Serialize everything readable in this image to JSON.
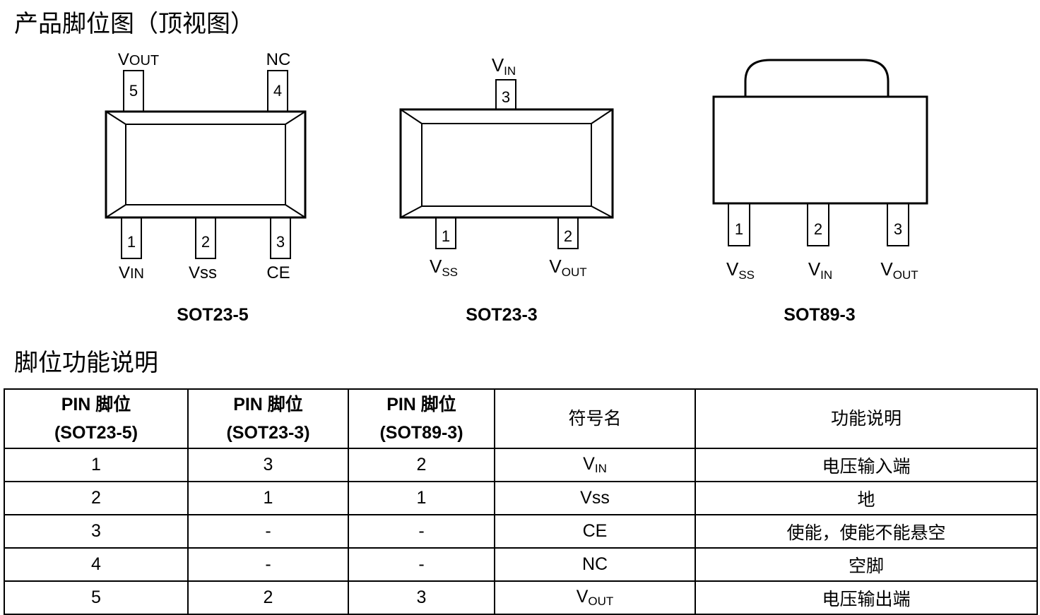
{
  "titles": {
    "pinout": "产品脚位图（顶视图）",
    "function": "脚位功能说明"
  },
  "packages": [
    {
      "name": "SOT23-5",
      "top_pins": [
        {
          "num": "5",
          "label": "V",
          "sub": "OUT"
        },
        {
          "num": "4",
          "label": "NC",
          "sub": ""
        }
      ],
      "bottom_pins": [
        {
          "num": "1",
          "label": "V",
          "sub": "IN"
        },
        {
          "num": "2",
          "label": "Vss",
          "sub": ""
        },
        {
          "num": "3",
          "label": "CE",
          "sub": ""
        }
      ]
    },
    {
      "name": "SOT23-3",
      "top_pins": [
        {
          "num": "3",
          "label": "V",
          "sub": "IN"
        }
      ],
      "bottom_pins": [
        {
          "num": "1",
          "label": "V",
          "sub": "SS"
        },
        {
          "num": "2",
          "label": "V",
          "sub": "OUT"
        }
      ]
    },
    {
      "name": "SOT89-3",
      "bottom_pins": [
        {
          "num": "1",
          "label": "V",
          "sub": "SS"
        },
        {
          "num": "2",
          "label": "V",
          "sub": "IN"
        },
        {
          "num": "3",
          "label": "V",
          "sub": "OUT"
        }
      ]
    }
  ],
  "table": {
    "headers": [
      [
        "PIN 脚位",
        "(SOT23-5)"
      ],
      [
        "PIN 脚位",
        "(SOT23-3)"
      ],
      [
        "PIN 脚位",
        "(SOT89-3)"
      ],
      [
        "符号名"
      ],
      [
        "功能说明"
      ]
    ],
    "rows": [
      {
        "c1": "1",
        "c2": "3",
        "c3": "2",
        "sym": "V",
        "sub": "IN",
        "desc": "电压输入端"
      },
      {
        "c1": "2",
        "c2": "1",
        "c3": "1",
        "sym": "Vss",
        "sub": "",
        "desc": "地"
      },
      {
        "c1": "3",
        "c2": "-",
        "c3": "-",
        "sym": "CE",
        "sub": "",
        "desc": "使能，使能不能悬空"
      },
      {
        "c1": "4",
        "c2": "-",
        "c3": "-",
        "sym": "NC",
        "sub": "",
        "desc": "空脚"
      },
      {
        "c1": "5",
        "c2": "2",
        "c3": "3",
        "sym": "V",
        "sub": "OUT",
        "desc": "电压输出端"
      }
    ]
  }
}
